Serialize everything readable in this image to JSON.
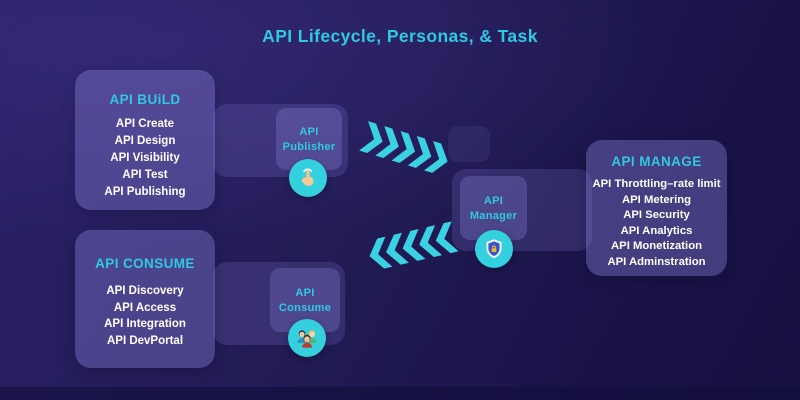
{
  "title": "API Lifecycle, Personas, & Task",
  "colors": {
    "background": "#221b55",
    "accent_cyan": "#2fc9e2",
    "box_purple": "#4b4691",
    "circle_cyan": "#35d0dd",
    "text_white": "#ffffff"
  },
  "boxes": {
    "build": {
      "header": "API BUiLD",
      "items": [
        "API Create",
        "API Design",
        "API Visibility",
        "API Test",
        "API Publishing"
      ]
    },
    "consume": {
      "header": "API CONSUME",
      "items": [
        "API Discovery",
        "API Access",
        "API Integration",
        "API DevPortal"
      ]
    },
    "manage": {
      "header": "API MANAGE",
      "items": [
        "API Throttling–rate limit",
        "API Metering",
        "API Security",
        "API Analytics",
        "API Monetization",
        "API Adminstration"
      ]
    }
  },
  "personas": {
    "publisher": {
      "line1": "API",
      "line2": "Publisher",
      "icon": "tap-hand-icon"
    },
    "manager": {
      "line1": "API",
      "line2": "Manager",
      "icon": "shield-lock-icon"
    },
    "consumer": {
      "line1": "API",
      "line2": "Consume",
      "icon": "people-group-icon"
    }
  },
  "arrows": {
    "forward_chevron_count": 5,
    "backward_chevron_count": 5
  }
}
